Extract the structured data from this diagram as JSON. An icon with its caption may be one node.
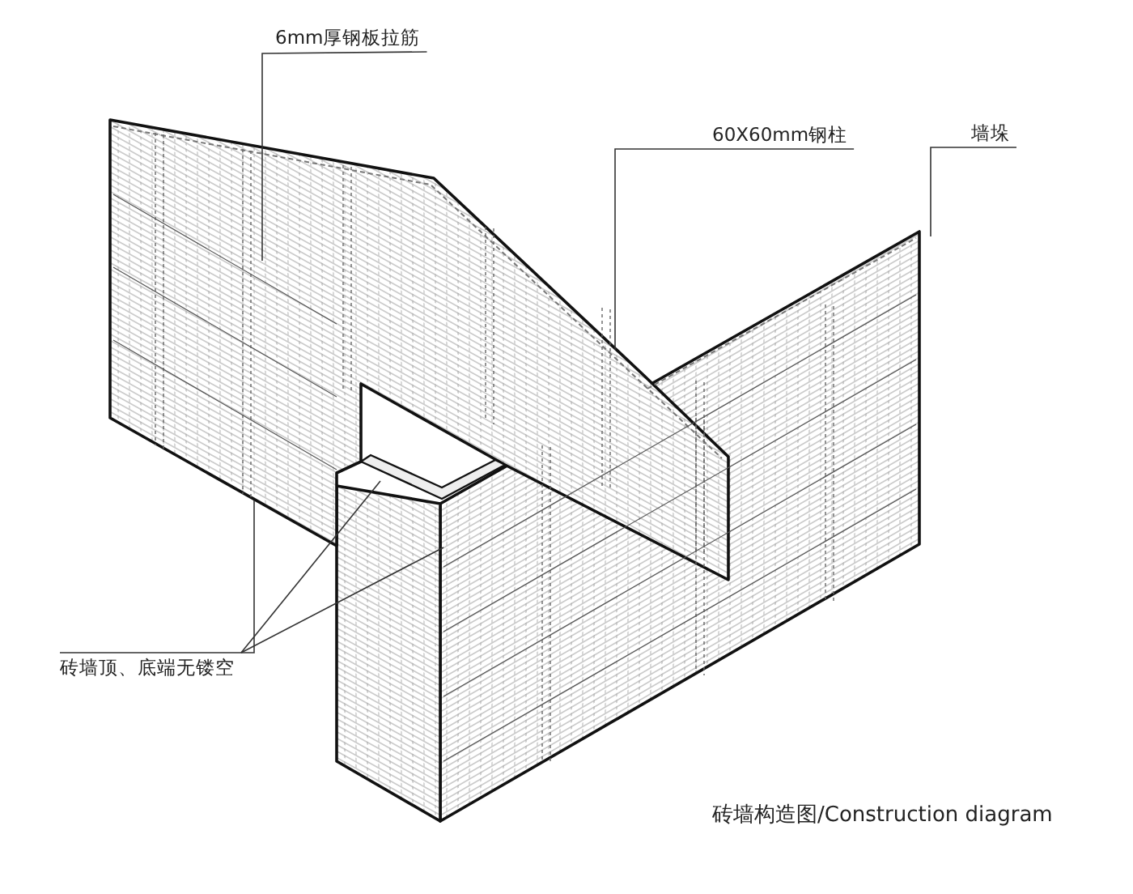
{
  "diagram": {
    "caption": "砖墙构造图/Construction diagram",
    "nodes": [
      {
        "text": [
          "6mm厚钢板拉筋"
        ]
      },
      {
        "text": [
          "60X60mm钢柱"
        ]
      },
      {
        "text": [
          "墙垛"
        ]
      },
      {
        "text": [
          "砖墙顶、底端无镂空"
        ]
      }
    ],
    "edges": [
      {
        "from": 0,
        "to": null,
        "arrow": "none"
      },
      {
        "from": 1,
        "to": null,
        "arrow": "none"
      },
      {
        "from": 2,
        "to": null,
        "arrow": "none"
      },
      {
        "from": 3,
        "to": null,
        "arrow": "none"
      },
      {
        "from": 3,
        "to": null,
        "arrow": "none"
      },
      {
        "from": 3,
        "to": null,
        "arrow": "none"
      }
    ]
  }
}
